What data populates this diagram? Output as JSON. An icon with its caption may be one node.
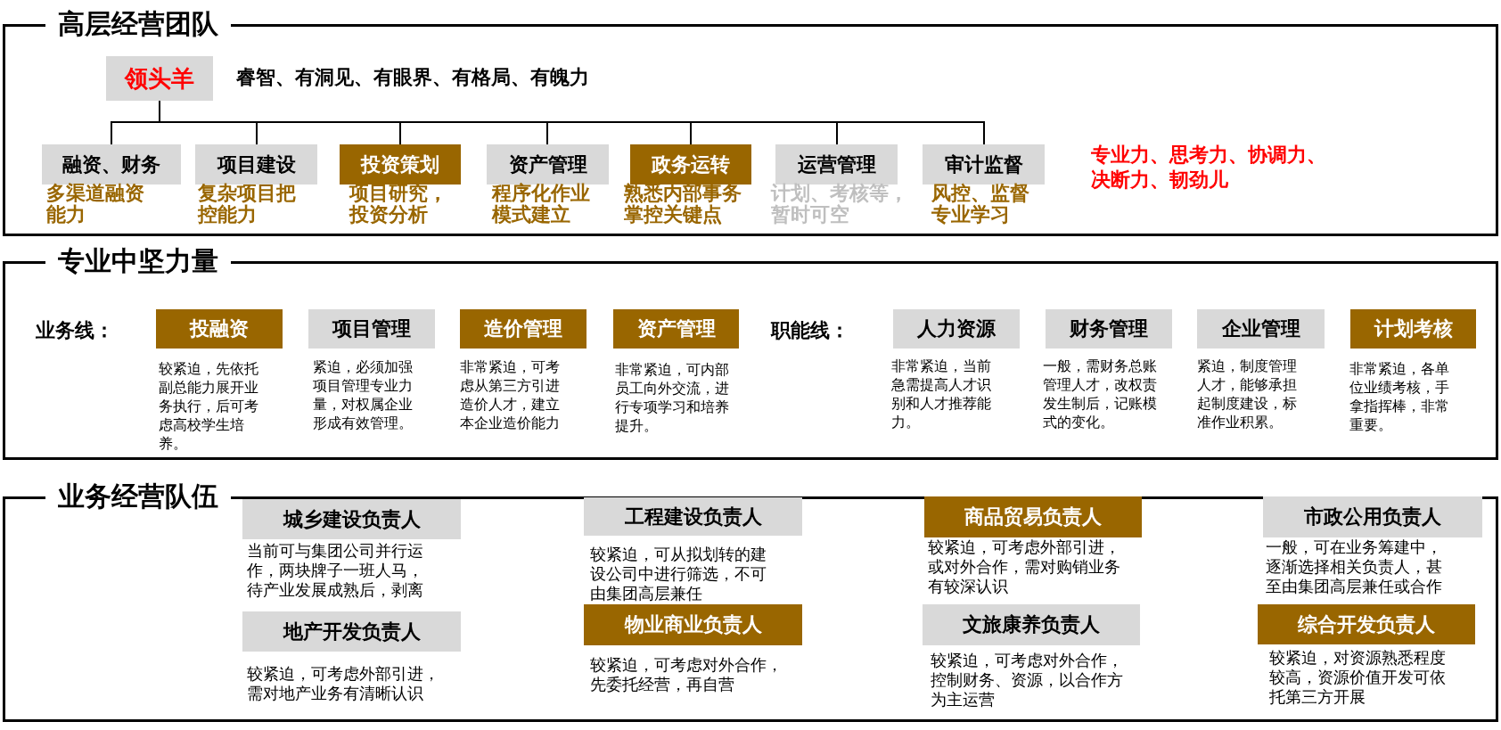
{
  "diagram": {
    "nodes": [
      {
        "text": [
          "高层经营团队"
        ]
      },
      {
        "text": [
          "领头羊"
        ],
        "in": 0,
        "beside": [
          "睿智、有洞见、有眼界、有格局、有魄力"
        ]
      },
      {
        "text": [
          "融资、财务"
        ],
        "in": 0,
        "beside": [
          "多渠道融资能力"
        ]
      },
      {
        "text": [
          "项目建设"
        ],
        "in": 0,
        "beside": [
          "复杂项目把控能力"
        ]
      },
      {
        "text": [
          "投资策划"
        ],
        "in": 0,
        "beside": [
          "项目研究，投资分析"
        ]
      },
      {
        "text": [
          "资产管理"
        ],
        "in": 0,
        "beside": [
          "程序化作业模式建立"
        ]
      },
      {
        "text": [
          "政务运转"
        ],
        "in": 0,
        "beside": [
          "熟悉内部事务掌控关键点"
        ]
      },
      {
        "text": [
          "运营管理"
        ],
        "in": 0,
        "beside": [
          "计划、考核等，暂时可空"
        ]
      },
      {
        "text": [
          "审计监督"
        ],
        "in": 0,
        "beside": [
          "风控、监督专业学习"
        ]
      },
      {
        "text": [
          "专业中坚力量"
        ]
      },
      {
        "text": [
          "投融资"
        ],
        "in": 9,
        "beside": [
          "较紧迫，先依托副总能力展开业务执行，后可考虑高校学生培养。"
        ]
      },
      {
        "text": [
          "项目管理"
        ],
        "in": 9,
        "beside": [
          "紧迫，必须加强项目管理专业力量，对权属企业形成有效管理。"
        ]
      },
      {
        "text": [
          "造价管理"
        ],
        "in": 9,
        "beside": [
          "非常紧迫，可考虑从第三方引进造价人才，建立本企业造价能力"
        ]
      },
      {
        "text": [
          "资产管理"
        ],
        "in": 9,
        "beside": [
          "非常紧迫，可内部员工向外交流，进行专项学习和培养提升。"
        ]
      },
      {
        "text": [
          "人力资源"
        ],
        "in": 9,
        "beside": [
          "非常紧迫，当前急需提高人才识别和人才推荐能力。"
        ]
      },
      {
        "text": [
          "财务管理"
        ],
        "in": 9,
        "beside": [
          "一般，需财务总账管理人才，改权责发生制后，记账模式的变化。"
        ]
      },
      {
        "text": [
          "企业管理"
        ],
        "in": 9,
        "beside": [
          "紧迫，制度管理人才，能够承担起制度建设，标准作业积累。"
        ]
      },
      {
        "text": [
          "计划考核"
        ],
        "in": 9,
        "beside": [
          "非常紧迫，各单位业绩考核，手拿指挥棒，非常重要。"
        ]
      },
      {
        "text": [
          "业务经营队伍"
        ]
      },
      {
        "text": [
          "城乡建设负责人"
        ],
        "in": 18,
        "beside": [
          "当前可与集团公司并行运作，两块牌子一班人马，待产业发展成熟后，剥离"
        ]
      },
      {
        "text": [
          "工程建设负责人"
        ],
        "in": 18,
        "beside": [
          "较紧迫，可从拟划转的建设公司中进行筛选，不可由集团高层兼任"
        ]
      },
      {
        "text": [
          "商品贸易负责人"
        ],
        "in": 18,
        "beside": [
          "较紧迫，可考虑外部引进，或对外合作，需对购销业务有较深认识"
        ]
      },
      {
        "text": [
          "市政公用负责人"
        ],
        "in": 18,
        "beside": [
          "一般，可在业务筹建中，逐渐选择相关负责人，甚至由集团高层兼任或合作"
        ]
      },
      {
        "text": [
          "地产开发负责人"
        ],
        "in": 18,
        "beside": [
          "较紧迫，可考虑外部引进，需对地产业务有清晰认识"
        ]
      },
      {
        "text": [
          "物业商业负责人"
        ],
        "in": 18,
        "beside": [
          "较紧迫，可考虑对外合作，先委托经营，再自营"
        ]
      },
      {
        "text": [
          "文旅康养负责人"
        ],
        "in": 18,
        "beside": [
          "较紧迫，可考虑对外合作，控制财务、资源，以合作方为主运营"
        ]
      },
      {
        "text": [
          "综合开发负责人"
        ],
        "in": 18,
        "beside": [
          "较紧迫，对资源熟悉程度较高，资源价值开发可依托第三方开展"
        ]
      }
    ],
    "edges": [
      {
        "from": 1,
        "to": 2,
        "arrow": "none"
      },
      {
        "from": 1,
        "to": 3,
        "arrow": "none"
      },
      {
        "from": 1,
        "to": 4,
        "arrow": "none"
      },
      {
        "from": 1,
        "to": 5,
        "arrow": "none"
      },
      {
        "from": 1,
        "to": 6,
        "arrow": "none"
      },
      {
        "from": 1,
        "to": 7,
        "arrow": "none"
      },
      {
        "from": 1,
        "to": 8,
        "arrow": "none"
      }
    ],
    "labels": [
      "专业力、思考力、协调力、决断力、韧劲儿",
      "业务线：",
      "职能线："
    ]
  }
}
